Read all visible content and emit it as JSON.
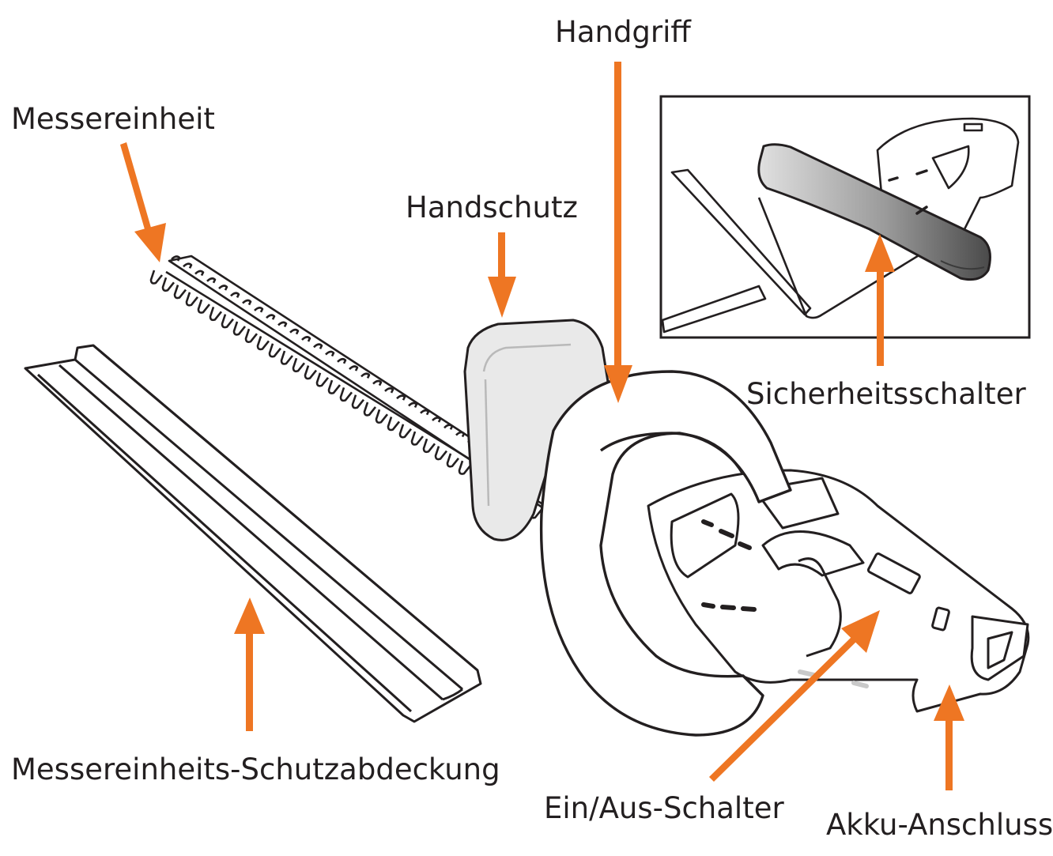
{
  "labels": {
    "handgriff": "Handgriff",
    "messereinheit": "Messereinheit",
    "handschutz": "Handschutz",
    "sicherheitsschalter": "Sicherheitsschalter",
    "schutzabdeckung": "Messereinheits-Schutzabdeckung",
    "ein_aus_schalter": "Ein/Aus-Schalter",
    "akku_anschluss": "Akku-Anschluss"
  },
  "colors": {
    "arrow": "#ee7623",
    "outline": "#231f20",
    "guard_fill": "#e8e8e8",
    "switch_dark": "#5a5a5a",
    "switch_light": "#d4d4d4"
  }
}
